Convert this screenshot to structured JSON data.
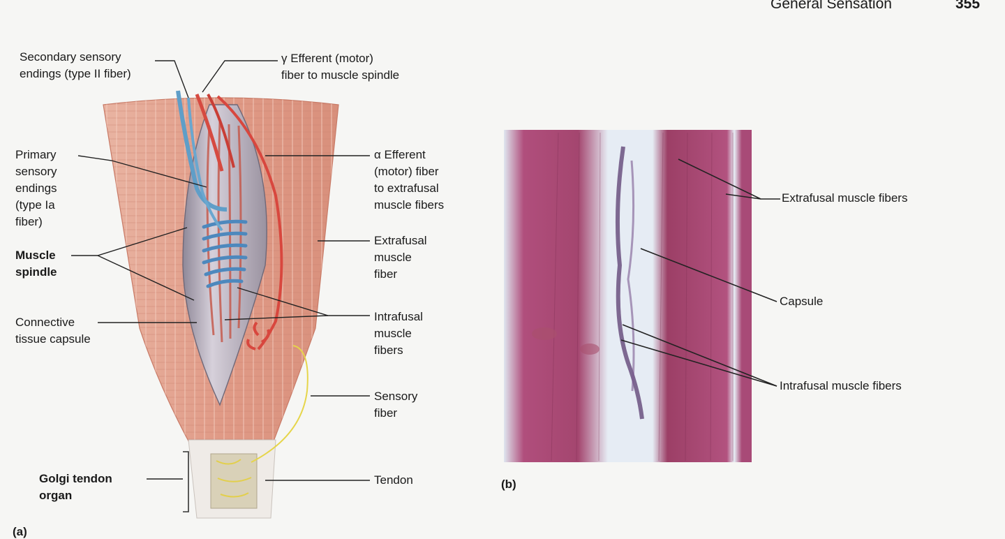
{
  "header": {
    "title": "General Sensation",
    "page_number": "355"
  },
  "panel_a": {
    "letter": "(a)",
    "labels": {
      "secondary_sensory": "Secondary sensory\nendings (type II fiber)",
      "gamma_efferent": "γ Efferent (motor)\nfiber to muscle spindle",
      "primary_sensory": "Primary\nsensory\nendings\n(type Ia\nfiber)",
      "alpha_efferent": "α Efferent\n(motor) fiber\nto extrafusal\nmuscle fibers",
      "muscle_spindle": "Muscle\nspindle",
      "extrafusal_fiber": "Extrafusal\nmuscle\nfiber",
      "connective_capsule": "Connective\ntissue capsule",
      "intrafusal_fibers": "Intrafusal\nmuscle\nfibers",
      "sensory_fiber": "Sensory\nfiber",
      "golgi_tendon_organ": "Golgi tendon\norgan",
      "tendon": "Tendon"
    }
  },
  "panel_b": {
    "letter": "(b)",
    "labels": {
      "extrafusal_fibers": "Extrafusal muscle fibers",
      "capsule": "Capsule",
      "intrafusal_fibers": "Intrafusal muscle fibers"
    }
  },
  "colors": {
    "muscle": "#e4a08c",
    "muscle_dark": "#c86e5a",
    "spindle": "#b9b2bd",
    "nerve_red": "#d8473e",
    "nerve_blue": "#5f9ec8",
    "tendon": "#eeeae6",
    "sensory_yellow": "#e8d84a",
    "histo_pink": "#a44a76",
    "histo_bg": "#dfe6ef"
  }
}
